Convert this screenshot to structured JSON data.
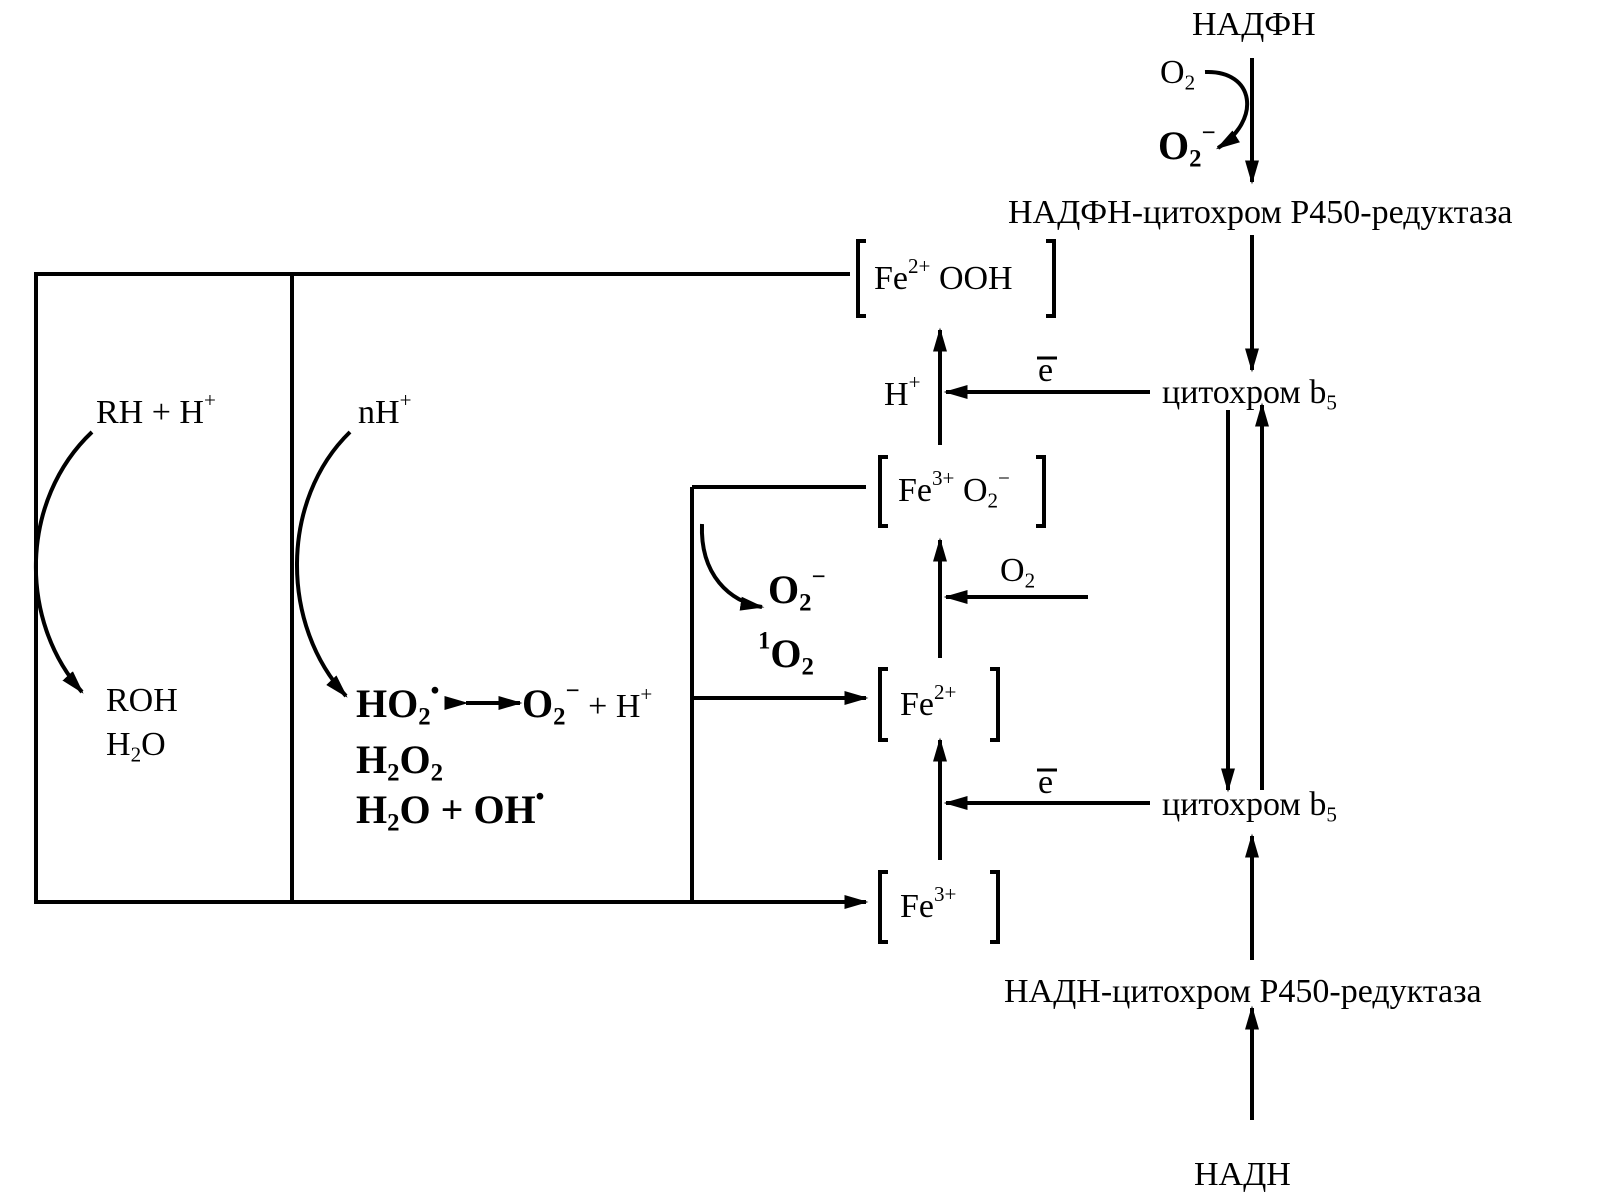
{
  "colors": {
    "ink": "#000000",
    "background": "#ffffff"
  },
  "top": {
    "nadph": "НАДФН",
    "o2_base": "O",
    "o2_sub": "2",
    "superoxide_base": "O",
    "superoxide_sub": "2",
    "superoxide_sup": "−",
    "nadph_reductase": "НАДФН-цитохром P450-редуктаза"
  },
  "right": {
    "cytochrome_b5_upper": "цитохром b",
    "cytochrome_b5_upper_sub": "5",
    "cytochrome_b5_lower": "цитохром b",
    "cytochrome_b5_lower_sub": "5",
    "nadh_reductase": "НАДН-цитохром P450-редуктаза",
    "nadh": "НАДН"
  },
  "center": {
    "fe2_ooh_fe": "Fe",
    "fe2_ooh_charge": "2+",
    "fe2_ooh_ooh": " OOH",
    "h_plus": "H",
    "h_plus_sup": "+",
    "electron_upper": "e",
    "fe3_o2_fe": "Fe",
    "fe3_o2_charge": "3+",
    "fe3_o2_o": " O",
    "fe3_o2_sub": "2",
    "fe3_o2_sup": "−",
    "o2_in_base": "O",
    "o2_in_sub": "2",
    "fe2_fe": "Fe",
    "fe2_charge": "2+",
    "electron_lower": "e",
    "fe3_fe": "Fe",
    "fe3_charge": "3+"
  },
  "side_products": {
    "superoxide_base": "O",
    "superoxide_sub": "2",
    "superoxide_sup": "−",
    "singlet_sup": "1",
    "singlet_base": "O",
    "singlet_sub": "2"
  },
  "left_box": {
    "rh": "RH + H",
    "rh_sup": "+",
    "roh": "ROH",
    "h2o_h": "H",
    "h2o_sub": "2",
    "h2o_o": "O"
  },
  "middle_box": {
    "nh": "nH",
    "nh_sup": "+",
    "ho2_base": "HO",
    "ho2_sub": "2",
    "ho2_dot": "•",
    "eq_o2_base": "O",
    "eq_o2_sub": "2",
    "eq_o2_sup": "−",
    "eq_o2_tail": " + H",
    "eq_o2_tail_sup": "+",
    "h2o2_h": "H",
    "h2o2_sub1": "2",
    "h2o2_o": "O",
    "h2o2_sub2": "2",
    "h2o_oh_h": "H",
    "h2o_oh_sub": "2",
    "h2o_oh_rest": "O + OH",
    "h2o_oh_dot": "•"
  }
}
